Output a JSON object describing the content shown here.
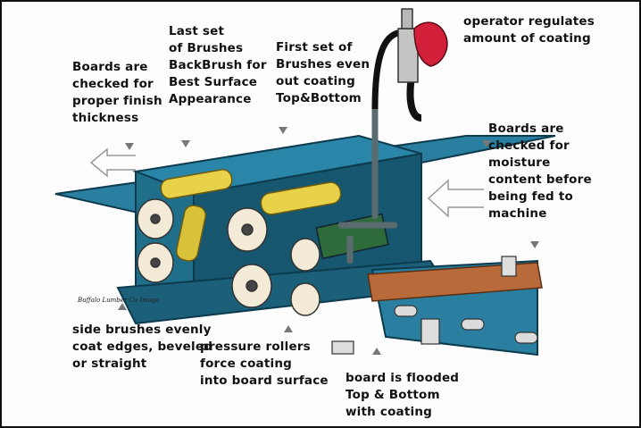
{
  "labels": {
    "checked_thickness": "Boards are\nchecked for\nproper finish\nthickness",
    "backbrush": "Last set\nof Brushes\nBackBrush for\nBest Surface\nAppearance",
    "first_brushes": "First set of\nBrushes even\nout coating\nTop&Bottom",
    "operator": "operator regulates\namount of coating",
    "moisture": "Boards are\nchecked for\nmoisture\ncontent before\nbeing fed to\nmachine",
    "side_brushes": "side brushes evenly\ncoat edges, beveled\nor straight",
    "pressure_rollers": "pressure rollers\nforce coating\ninto board surface",
    "flooded": "board is flooded\nTop & Bottom\nwith coating"
  },
  "credit": "Buffalo Lumber Co Image",
  "colors": {
    "machine_blue": "#1f6f8b",
    "machine_dark": "#0d3b4e",
    "brush_yellow": "#e8d24a",
    "nozzle_red": "#d2203a",
    "wood": "#b86a3a"
  }
}
